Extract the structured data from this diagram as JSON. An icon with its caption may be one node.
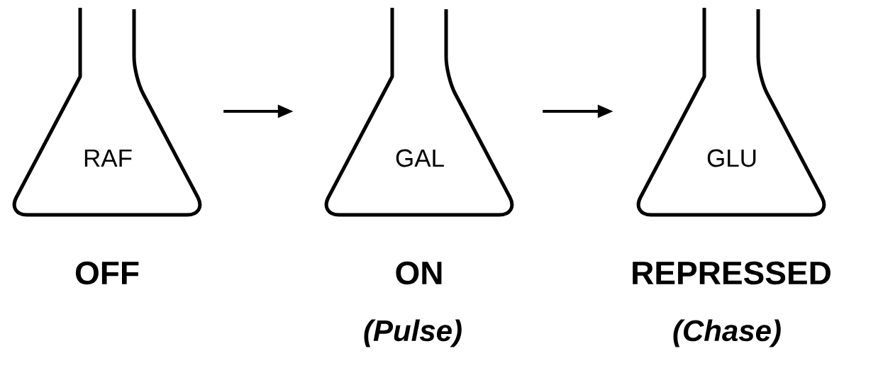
{
  "diagram": {
    "nodes": [
      {
        "text": [
          "RAF"
        ],
        "beside": [
          "OFF"
        ]
      },
      {
        "text": [
          "GAL"
        ],
        "beside": [
          "ON",
          "(Pulse)"
        ]
      },
      {
        "text": [
          "GLU"
        ],
        "beside": [
          "REPRESSED",
          "(Chase)"
        ]
      }
    ],
    "edges": [
      {
        "from": 0,
        "to": 1,
        "arrow": "to"
      },
      {
        "from": 1,
        "to": 2,
        "arrow": "to"
      }
    ]
  }
}
